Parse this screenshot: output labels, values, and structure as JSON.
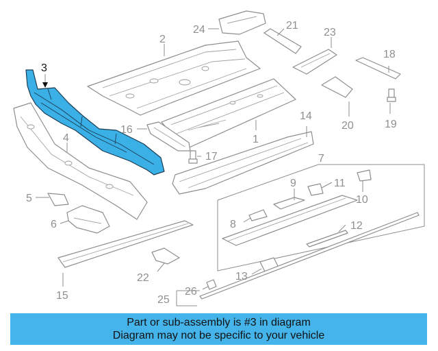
{
  "diagram": {
    "callouts": {
      "c1": "1",
      "c2": "2",
      "c3": "3",
      "c4": "4",
      "c5": "5",
      "c6": "6",
      "c7": "7",
      "c8": "8",
      "c9": "9",
      "c10": "10",
      "c11": "11",
      "c12": "12",
      "c13": "13",
      "c14": "14",
      "c15": "15",
      "c16": "16",
      "c17": "17",
      "c18": "18",
      "c19": "19",
      "c20": "20",
      "c21": "21",
      "c22": "22",
      "c23": "23",
      "c24": "24",
      "c25": "25",
      "c26": "26"
    },
    "highlighted_part": "3",
    "colors": {
      "highlight": "#3ab0e6",
      "banner": "#44b4ea",
      "line": "#8d8d8d"
    }
  },
  "banner": {
    "line1": "Part or sub-assembly is #3 in diagram",
    "line2": "Diagram may not be specific to your vehicle"
  }
}
